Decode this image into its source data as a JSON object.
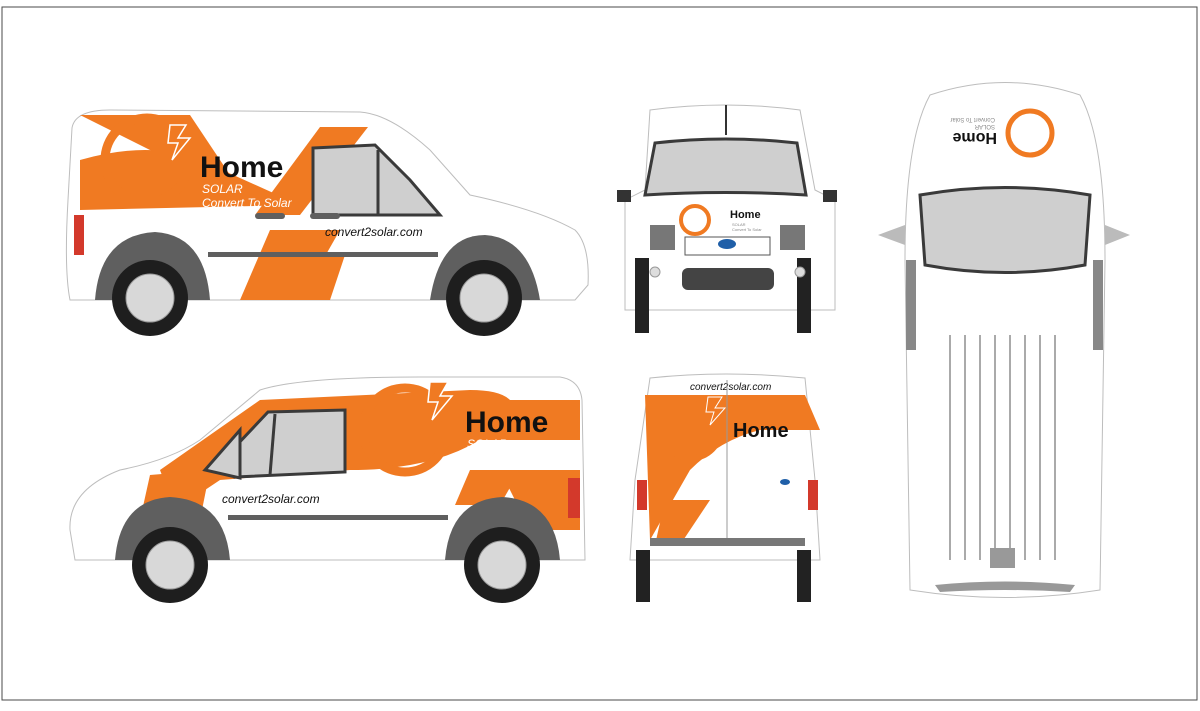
{
  "brand": {
    "name": "Home",
    "line1": "SOLAR",
    "line2": "Convert To Solar",
    "website": "convert2solar.com"
  },
  "colors": {
    "accent": "#f07a22",
    "trim": "#5f5f5f",
    "glass": "#cfcfcf",
    "frame": "#4a4a4a"
  },
  "views": [
    "driver-side",
    "passenger-side",
    "front",
    "rear",
    "top"
  ]
}
